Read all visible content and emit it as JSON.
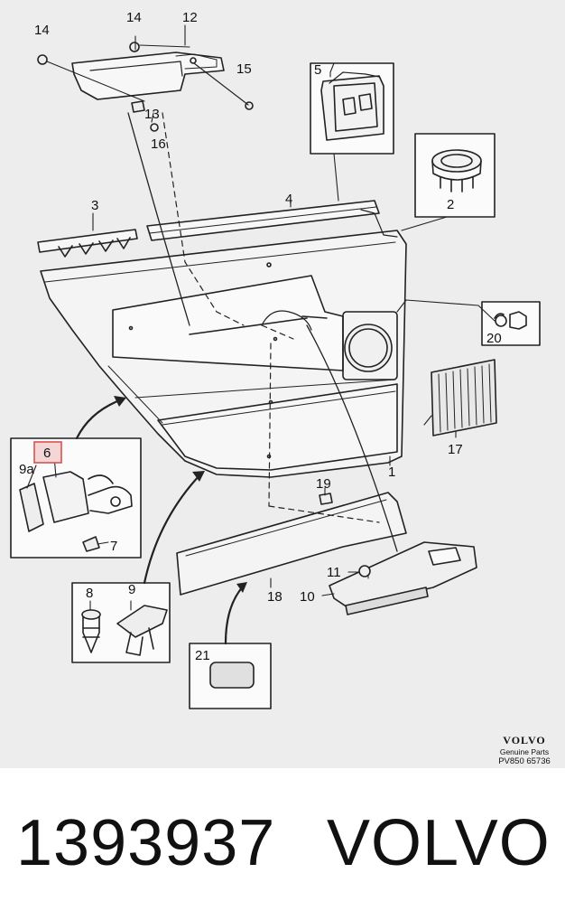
{
  "diagram": {
    "callouts": {
      "c1": "1",
      "c2": "2",
      "c3": "3",
      "c4": "4",
      "c5": "5",
      "c6": "6",
      "c7": "7",
      "c8": "8",
      "c9": "9",
      "c9a": "9a",
      "c10": "10",
      "c11": "11",
      "c12": "12",
      "c13": "13",
      "c14a": "14",
      "c14b": "14",
      "c15": "15",
      "c16": "16",
      "c17": "17",
      "c18": "18",
      "c19": "19",
      "c20": "20",
      "c21": "21"
    },
    "highlighted_callout": "6",
    "highlight_color": "#d9534f",
    "brand": {
      "name": "VOLVO",
      "subtitle": "Genuine Parts",
      "code": "PV850 65736"
    }
  },
  "footer": {
    "part_number": "1393937",
    "make": "VOLVO"
  }
}
